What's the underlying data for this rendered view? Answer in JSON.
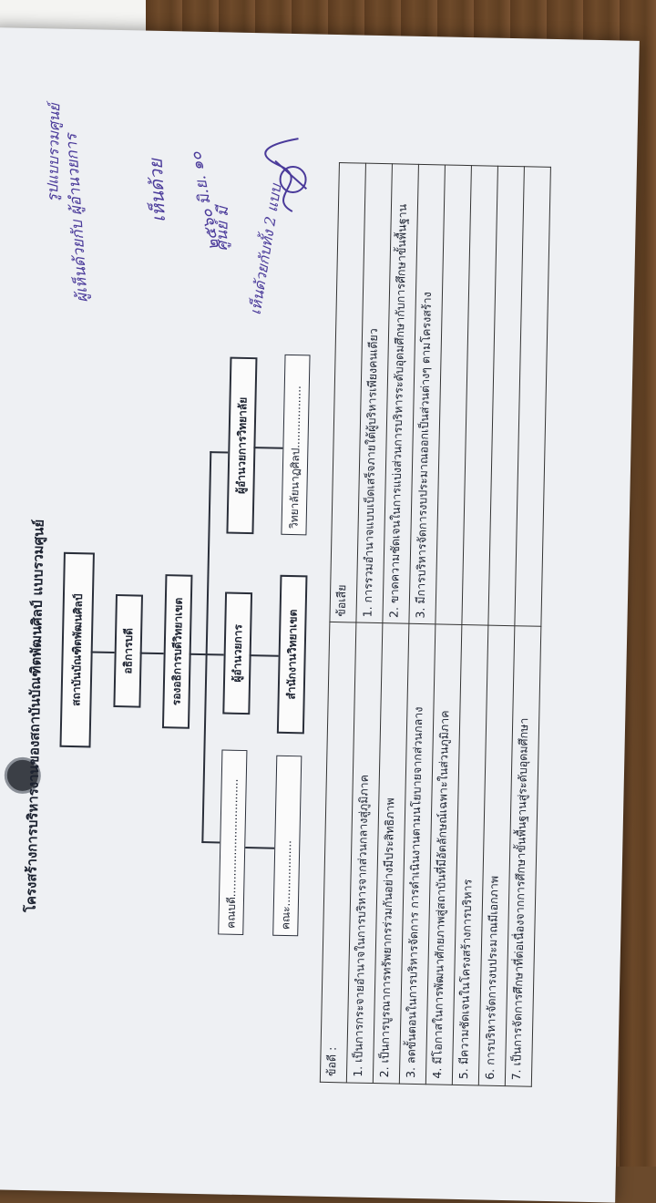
{
  "title": "โครงสร้างการบริหารงานของสถาบันบัณฑิตพัฒนศิลป์ แบบรวมศูนย์",
  "org": {
    "top": "สถาบันบัณฑิตพัฒนศิลป์",
    "level2": "อธิการบดี",
    "level3": "รองอธิการบดีวิทยาเขต",
    "row1": [
      "คณบดี..................................",
      "ผู้อำนวยการ",
      "ผู้อำนวยการวิทยาลัย"
    ],
    "row2": [
      "คณะ...................",
      "สำนักงานวิทยาเขต",
      "วิทยาลัยนาฏศิลป.................."
    ]
  },
  "pros_header": "ข้อดี :",
  "cons_header": "ข้อเสีย",
  "pros": [
    "1. เป็นการกระจายอำนาจในการบริหารจากส่วนกลางสู่ภูมิภาค",
    "2. เป็นการบูรณาการทรัพยากรร่วมกันอย่างมีประสิทธิภาพ",
    "3. ลดขั้นตอนในการบริหารจัดการ การดำเนินงานตามนโยบายจากส่วนกลาง",
    "4. มีโอกาสในการพัฒนาศักยภาพสู่สถาบันที่มีอัตลักษณ์เฉพาะในส่วนภูมิภาค",
    "5. มีความชัดเจนในโครงสร้างการบริหาร",
    "6. การบริหารจัดการงบประมาณมีเอกภาพ",
    "7. เป็นการจัดการศึกษาที่ต่อเนื่องจากการศึกษาขั้นพื้นฐานสู่ระดับอุดมศึกษา"
  ],
  "cons": [
    "1. การรวมอำนาจแบบเบ็ดเสร็จภายใต้ผู้บริหารเพียงคนเดียว",
    "2. ขาดความชัดเจนในการแบ่งส่วนการบริหารระดับอุดมศึกษากับการศึกษาขั้นพื้นฐาน",
    "3. มีการบริหารจัดการงบประมาณออกเป็นส่วนต่างๆ ตามโครงสร้าง",
    "",
    "",
    "",
    ""
  ],
  "handwriting": {
    "note1": "เห็นด้วย",
    "note2": "ศูนย์ มี",
    "note3": "เห็นด้วยกับทั้ง 2 แบบ",
    "note4": "๒๕๖๐ มิ.ย. ๑๐",
    "note5": "ผู้เห็นด้วยกับ ผู้อำนวยการ",
    "note6": "รูปแบบรวมศูนย์"
  },
  "colors": {
    "ink": "#4a3a9a",
    "print": "#1c2230",
    "paper": "#eef0f3"
  }
}
